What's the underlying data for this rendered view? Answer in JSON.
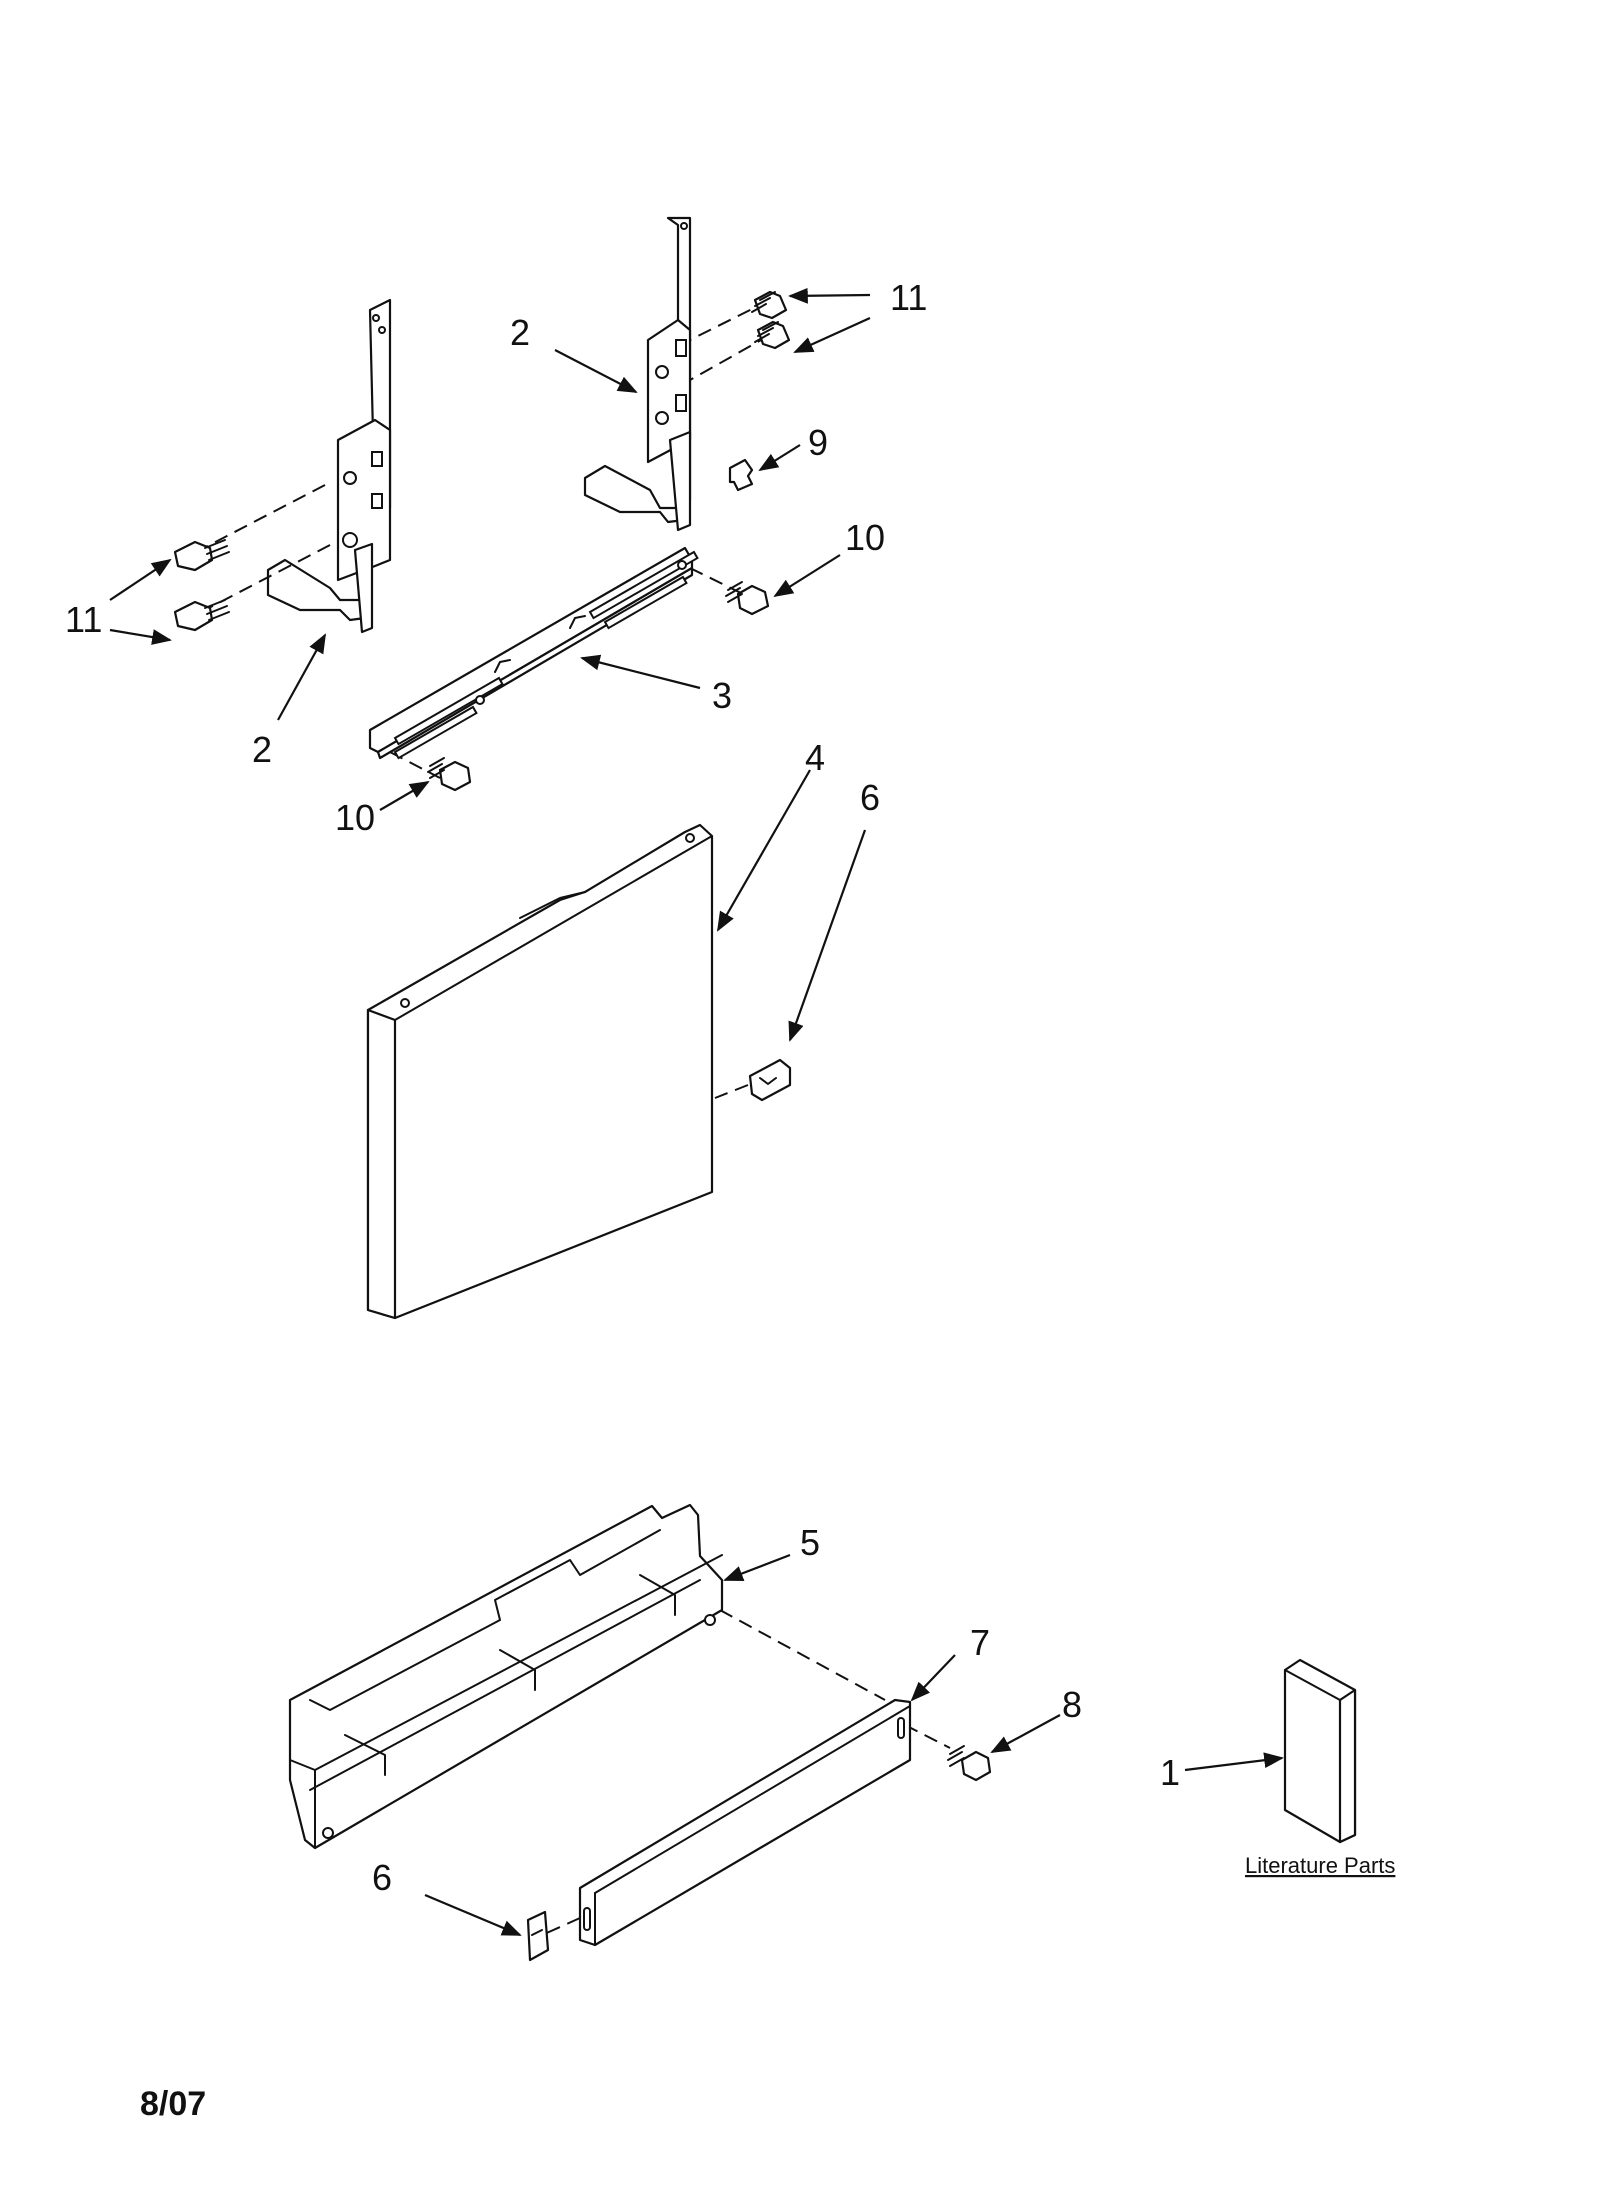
{
  "callouts": {
    "c11_top": "11",
    "c2_top": "2",
    "c9": "9",
    "c10_right": "10",
    "c11_left": "11",
    "c2_left": "2",
    "c3": "3",
    "c10_left": "10",
    "c4": "4",
    "c6_top": "6",
    "c5": "5",
    "c7": "7",
    "c8": "8",
    "c1": "1",
    "c6_bottom": "6"
  },
  "literature_label": "Literature Parts",
  "date_code": "8/07",
  "colors": {
    "line": "#111111",
    "background": "#ffffff"
  }
}
